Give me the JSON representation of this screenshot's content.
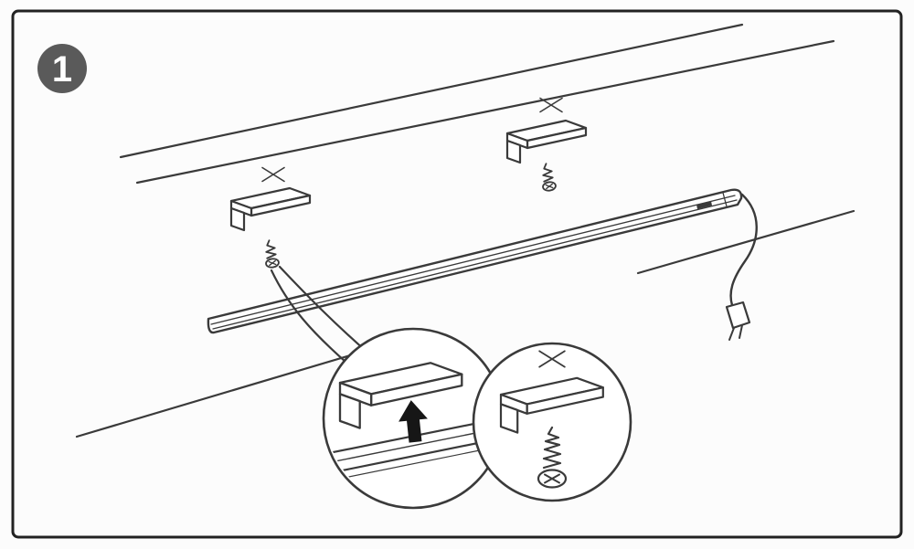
{
  "step": {
    "number": "1"
  },
  "colors": {
    "background": "#fcfcfc",
    "line": "#3a3a3a",
    "frame": "#222222",
    "badge_fill": "#5a5a5a",
    "badge_text": "#ffffff",
    "arrow_fill": "#161616"
  },
  "parts": {
    "badge": "step-number-badge",
    "clip": "mounting-clip-icon",
    "screw": "mounting-screw-icon",
    "bar": "led-light-bar",
    "cord": "power-cord",
    "plug": "power-plug",
    "detail_left": "clip-engage-magnifier",
    "detail_right": "screw-fix-magnifier"
  }
}
